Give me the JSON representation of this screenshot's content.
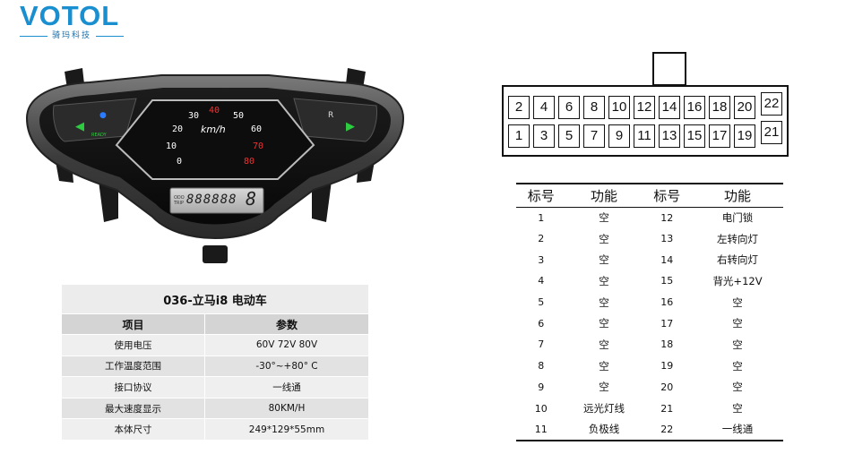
{
  "logo": {
    "brand": "VOTOL",
    "subtitle": "骑玛科技"
  },
  "dashboard": {
    "speed_ticks": [
      "0",
      "10",
      "20",
      "30",
      "40",
      "50",
      "60",
      "70",
      "80"
    ],
    "speed_unit": "km/h",
    "left_indicator_label": "READY",
    "right_indicator_label": "R",
    "trip_label": "ODO TRIP",
    "digits": "888888",
    "gear_digit": "8"
  },
  "spec_table": {
    "title": "036-立马i8 电动车",
    "header": [
      "项目",
      "参数"
    ],
    "rows": [
      [
        "使用电压",
        "60V 72V 80V"
      ],
      [
        "工作温度范围",
        "-30°~+80°  C"
      ],
      [
        "接口协议",
        "一线通"
      ],
      [
        "最大速度显示",
        "80KM/H"
      ],
      [
        "本体尺寸",
        "249*129*55mm"
      ]
    ]
  },
  "connector": {
    "top_row": [
      "2",
      "4",
      "6",
      "8",
      "10",
      "12",
      "14",
      "16",
      "18",
      "20",
      "22"
    ],
    "bottom_row": [
      "1",
      "3",
      "5",
      "7",
      "9",
      "11",
      "13",
      "15",
      "17",
      "19",
      "21"
    ]
  },
  "pin_table": {
    "header": [
      "标号",
      "功能",
      "标号",
      "功能"
    ],
    "rows": [
      [
        "1",
        "空",
        "12",
        "电门锁"
      ],
      [
        "2",
        "空",
        "13",
        "左转向灯"
      ],
      [
        "3",
        "空",
        "14",
        "右转向灯"
      ],
      [
        "4",
        "空",
        "15",
        "背光+12V"
      ],
      [
        "5",
        "空",
        "16",
        "空"
      ],
      [
        "6",
        "空",
        "17",
        "空"
      ],
      [
        "7",
        "空",
        "18",
        "空"
      ],
      [
        "8",
        "空",
        "19",
        "空"
      ],
      [
        "9",
        "空",
        "20",
        "空"
      ],
      [
        "10",
        "远光灯线",
        "21",
        "空"
      ],
      [
        "11",
        "负极线",
        "22",
        "一线通"
      ]
    ]
  }
}
